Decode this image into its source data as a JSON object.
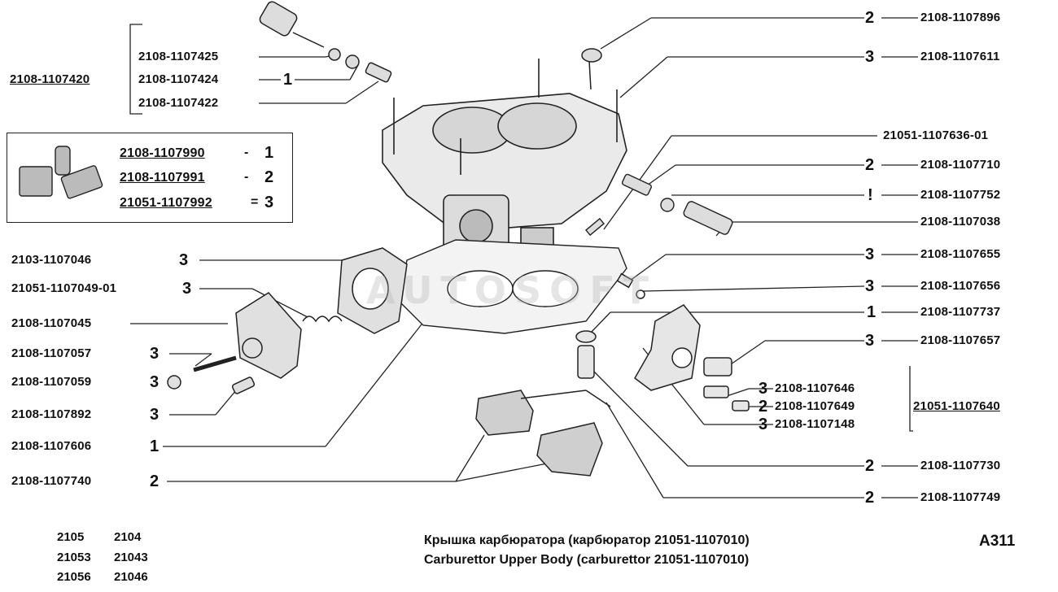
{
  "labels": {
    "l01": "2108-1107896",
    "l02": "2108-1107611",
    "l03": "21051-1107636-01",
    "l04": "2108-1107710",
    "l05": "2108-1107752",
    "l06": "2108-1107038",
    "l07": "2108-1107655",
    "l08": "2108-1107656",
    "l09": "2108-1107737",
    "l10": "2108-1107657",
    "l11": "2108-1107646",
    "l12": "2108-1107649",
    "l13": "2108-1107148",
    "l14": "21051-1107640",
    "l15": "2108-1107730",
    "l16": "2108-1107749",
    "l17": "2108-1107420",
    "l18": "2108-1107425",
    "l19": "2108-1107424",
    "l20": "2108-1107422",
    "l21": "2108-1107990",
    "l22": "2108-1107991",
    "l23": "21051-1107992",
    "l24": "2103-1107046",
    "l25": "21051-1107049-01",
    "l26": "2108-1107045",
    "l27": "2108-1107057",
    "l28": "2108-1107059",
    "l29": "2108-1107892",
    "l30": "2108-1107606",
    "l31": "2108-1107740"
  },
  "qty": {
    "q01": "2",
    "q02": "3",
    "q04": "2",
    "q05": "!",
    "q07": "3",
    "q08": "3",
    "q09": "1",
    "q10": "3",
    "q11": "3",
    "q12": "2",
    "q13": "3",
    "q15": "2",
    "q16": "2",
    "q19": "1",
    "q21": "1",
    "q22": "2",
    "q23": "3",
    "q24": "3",
    "q25": "3",
    "q27": "3",
    "q28": "3",
    "q29": "3",
    "q30": "1",
    "q31": "2"
  },
  "title_ru": "Крышка карбюратора (карбюратор 21051-1107010)",
  "title_en": "Carburettor Upper Body (carburettor 21051-1107010)",
  "page_code": "A311",
  "models": [
    [
      "2105",
      "2104"
    ],
    [
      "21053",
      "21043"
    ],
    [
      "21056",
      "21046"
    ]
  ],
  "watermark": "AUTOSOFT"
}
